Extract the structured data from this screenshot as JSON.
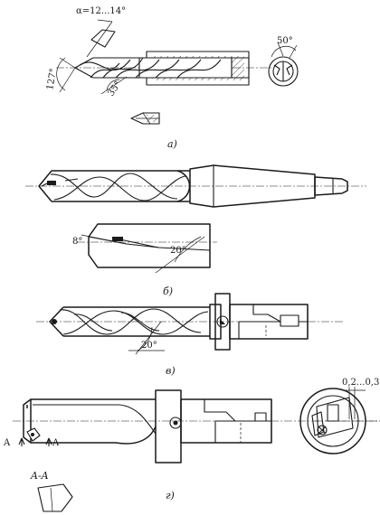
{
  "figure_a": {
    "alpha_label": "α=12...14°",
    "angle_127": "127°",
    "angle_35": "35°",
    "angle_50": "50°",
    "caption": "а)"
  },
  "figure_b": {
    "angle_8": "8°",
    "angle_20": "20°",
    "caption": "б)"
  },
  "figure_v": {
    "angle_20": "20°",
    "caption": "в)"
  },
  "figure_g": {
    "dim_label": "0,2...0,3",
    "section_mark": "A",
    "section_title": "A-A",
    "caption": "г)"
  }
}
